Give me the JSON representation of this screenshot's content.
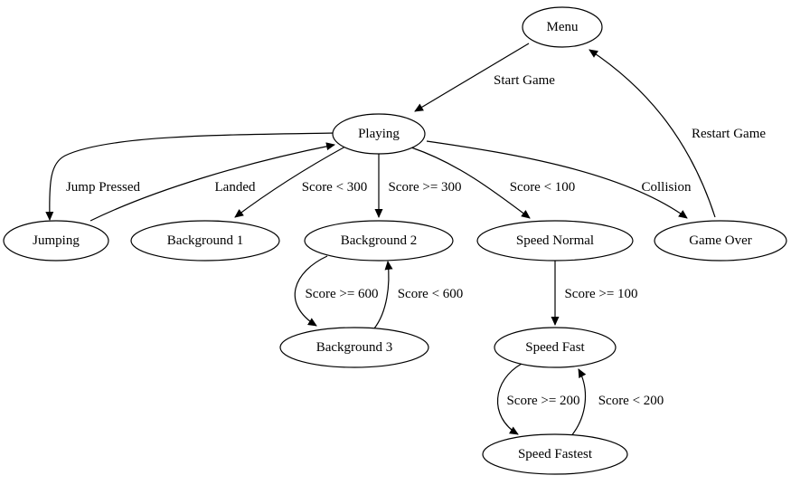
{
  "diagram": {
    "nodes": {
      "menu": "Menu",
      "playing": "Playing",
      "jumping": "Jumping",
      "background1": "Background 1",
      "background2": "Background 2",
      "background3": "Background 3",
      "speed_normal": "Speed Normal",
      "speed_fast": "Speed Fast",
      "speed_fastest": "Speed Fastest",
      "game_over": "Game Over"
    },
    "edges": {
      "start_game": "Start Game",
      "restart_game": "Restart Game",
      "jump_pressed": "Jump Pressed",
      "landed": "Landed",
      "score_lt_300": "Score < 300",
      "score_ge_300": "Score >= 300",
      "score_lt_100": "Score < 100",
      "collision": "Collision",
      "score_ge_600": "Score >= 600",
      "score_lt_600": "Score < 600",
      "score_ge_100": "Score >= 100",
      "score_ge_200": "Score >= 200",
      "score_lt_200": "Score < 200"
    }
  }
}
